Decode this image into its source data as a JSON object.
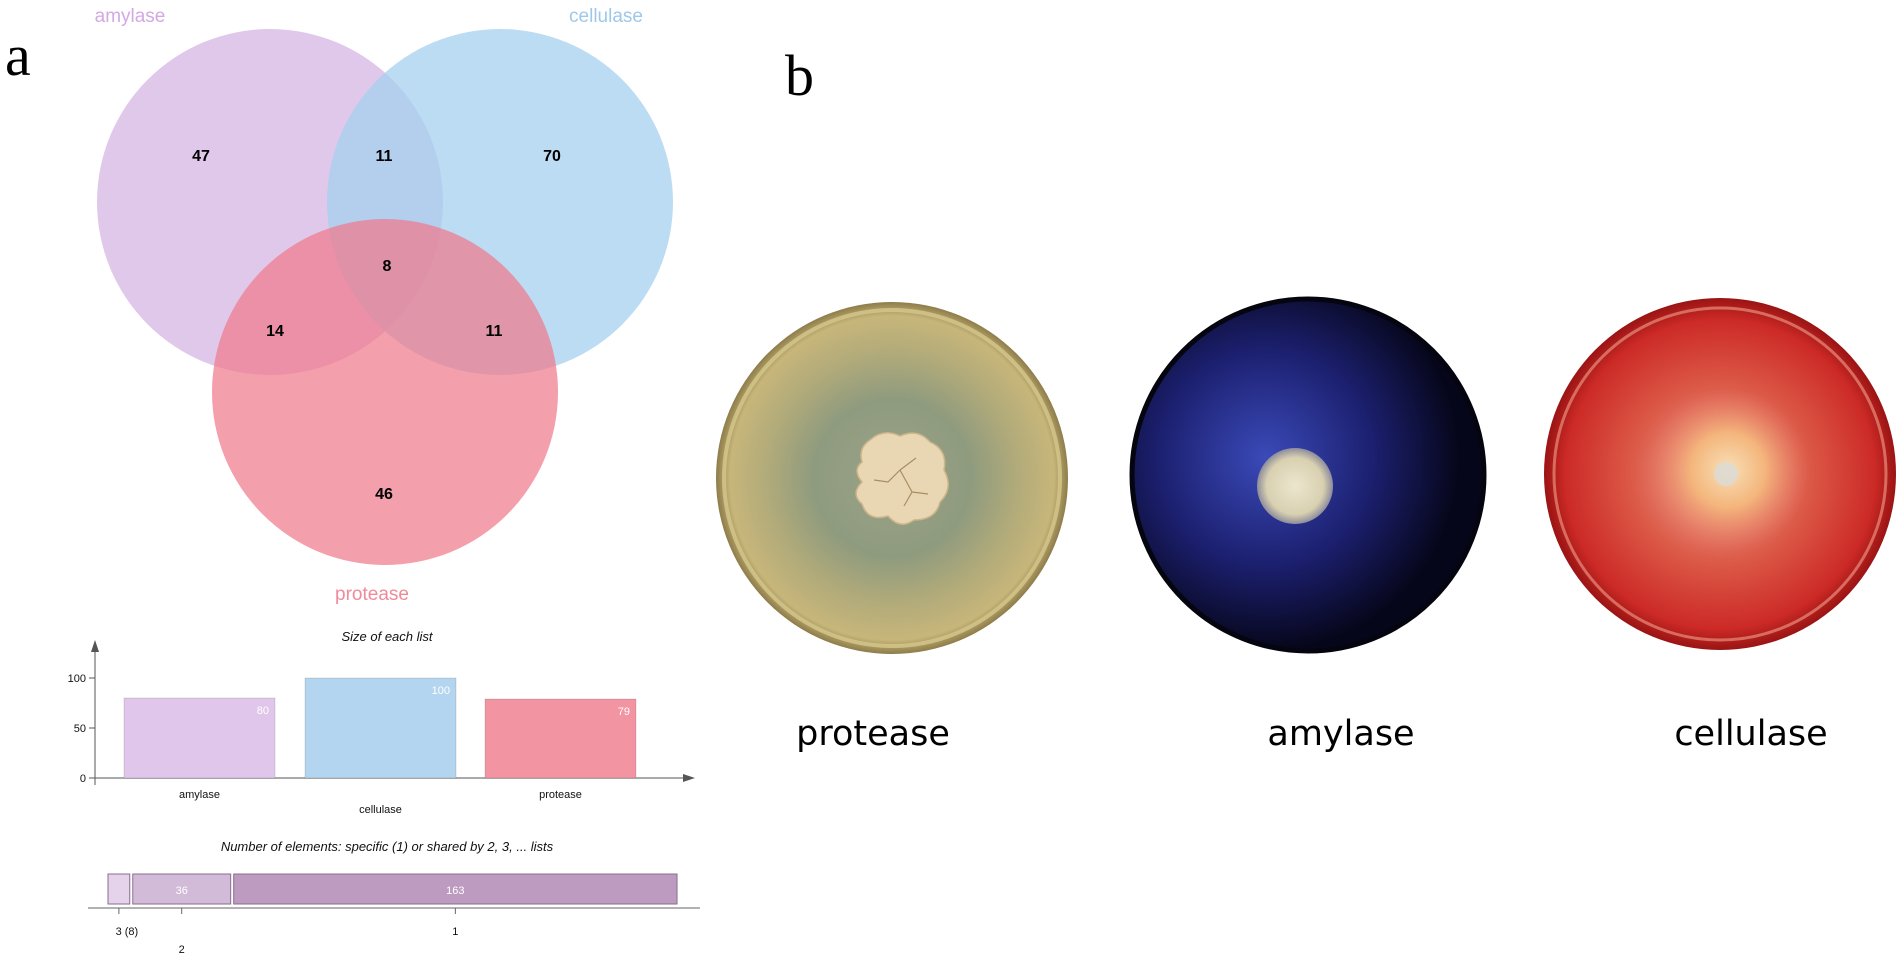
{
  "panel_a_letter": "a",
  "panel_b_letter": "b",
  "venn": {
    "sets": [
      {
        "name": "amylase",
        "color": "#d6b6e4"
      },
      {
        "name": "cellulase",
        "color": "#a6d0ef"
      },
      {
        "name": "protease",
        "color": "#f07a8c"
      }
    ],
    "regions": {
      "amylase_only": "47",
      "amylase_cellulase": "11",
      "cellulase_only": "70",
      "all_three": "8",
      "amylase_protease": "14",
      "cellulase_protease": "11",
      "protease_only": "46"
    }
  },
  "chart_data": [
    {
      "type": "bar",
      "title": "Size of each list",
      "categories": [
        "amylase",
        "cellulase",
        "protease"
      ],
      "values": [
        80,
        100,
        79
      ],
      "value_labels": [
        "80",
        "100",
        "79"
      ],
      "colors": [
        "#dfc6ea",
        "#b3d5ef",
        "#f294a2"
      ],
      "yticks": [
        "0",
        "50",
        "100"
      ],
      "ylim": [
        0,
        100
      ]
    },
    {
      "type": "bar",
      "title": "Number of elements: specific (1) or shared by 2, 3, ... lists",
      "categories": [
        "3 (8)",
        "2",
        "1"
      ],
      "values": [
        8,
        36,
        163
      ],
      "value_labels": [
        "",
        "36",
        "163"
      ],
      "colors": [
        "#e4d3ea",
        "#d2bbd8",
        "#bd9abf"
      ]
    }
  ],
  "plates": [
    {
      "label": "protease"
    },
    {
      "label": "amylase"
    },
    {
      "label": "cellulase"
    }
  ]
}
